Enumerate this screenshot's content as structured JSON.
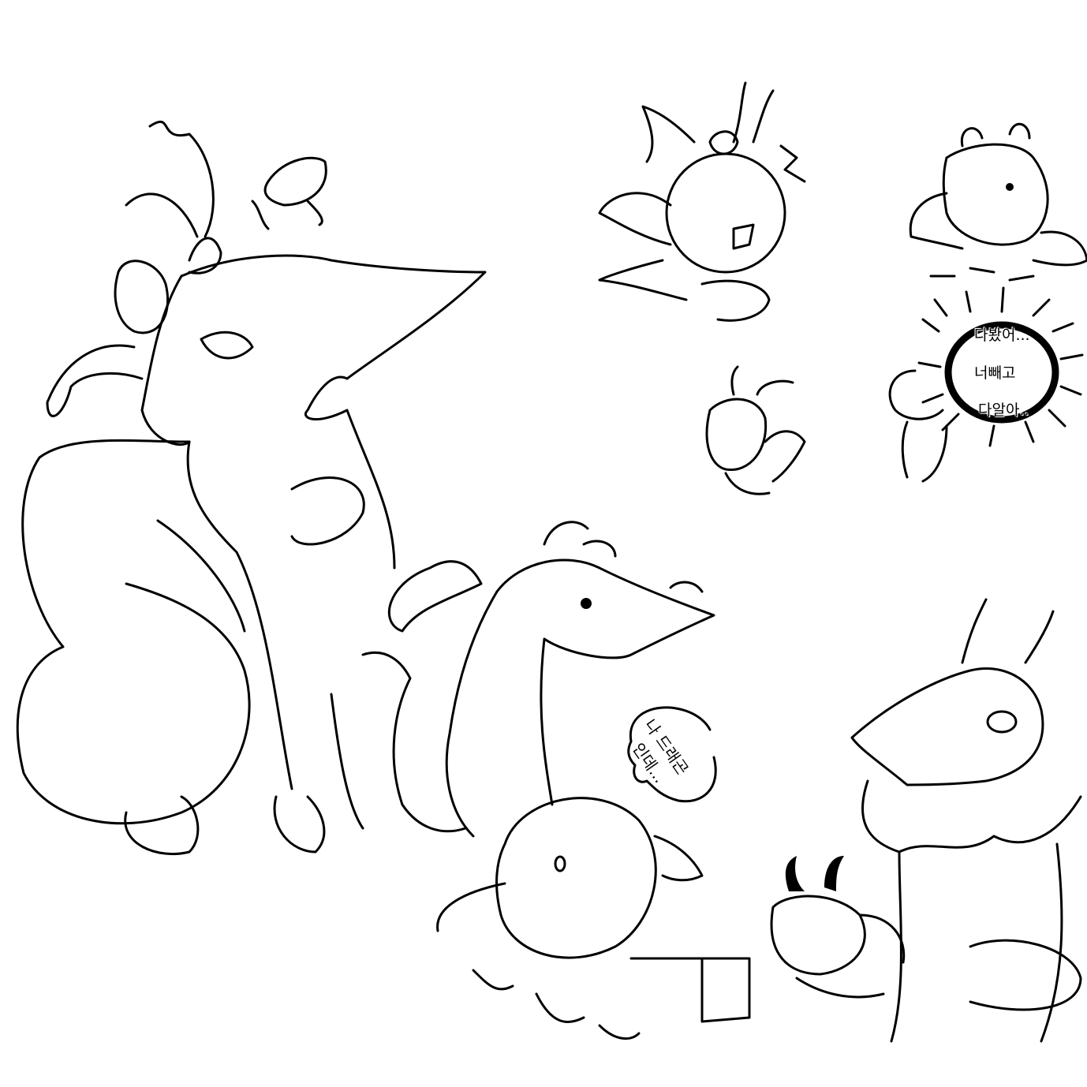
{
  "speech_bubbles": {
    "spiky_bubble": {
      "line1": "다봤어...",
      "line2": "너빼고",
      "line3": "다알아.."
    },
    "dragon_bubble": {
      "line1": "나 드래곤",
      "line2": "인데..."
    }
  },
  "colors": {
    "line": "#000000",
    "background": "#ffffff"
  }
}
